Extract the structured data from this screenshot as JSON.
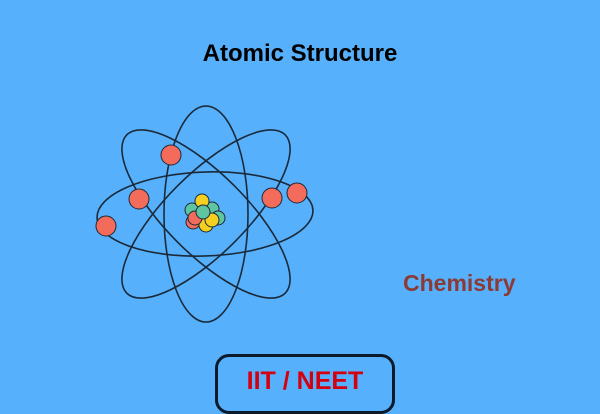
{
  "title": "Atomic Structure",
  "subject": "Chemistry",
  "badge": "IIT / NEET",
  "colors": {
    "background": "#56b0fb",
    "electron": "#f26b5b",
    "proton": "#f5d020",
    "neutron": "#5fc4a0",
    "subject": "#8b3a36",
    "badge_text": "#d40010"
  }
}
